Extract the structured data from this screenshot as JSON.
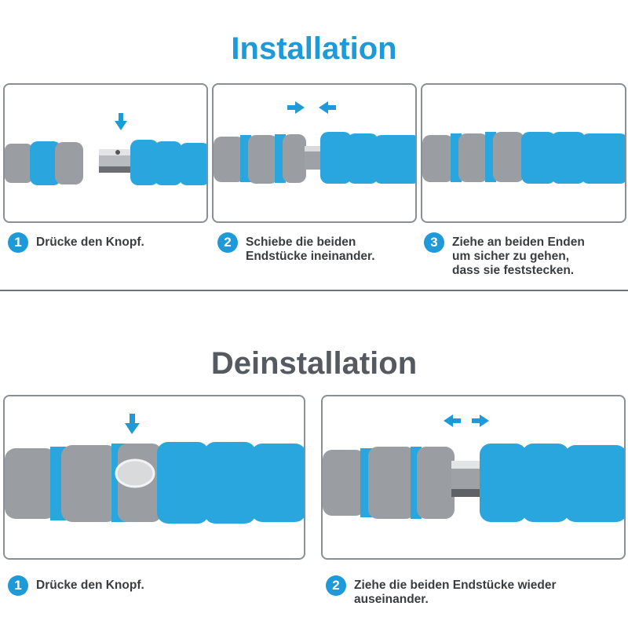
{
  "colors": {
    "accent": "#1e9ad8",
    "foam_gray": "#9a9ea3",
    "foam_blue": "#2aa6df",
    "heading_gray": "#555a60"
  },
  "installation": {
    "title": "Installation",
    "steps": [
      {
        "num": "1",
        "text": "Drücke den Knopf."
      },
      {
        "num": "2",
        "text": "Schiebe die beiden\nEndstücke ineinander."
      },
      {
        "num": "3",
        "text": "Ziehe an beiden Enden\num sicher zu gehen,\ndass sie feststecken."
      }
    ]
  },
  "deinstallation": {
    "title": "Deinstallation",
    "steps": [
      {
        "num": "1",
        "text": "Drücke den Knopf."
      },
      {
        "num": "2",
        "text": "Ziehe die beiden Endstücke wieder\nauseinander."
      }
    ]
  },
  "icons": [
    "arrow-down-icon",
    "arrows-together-icon",
    "arrows-apart-icon"
  ]
}
